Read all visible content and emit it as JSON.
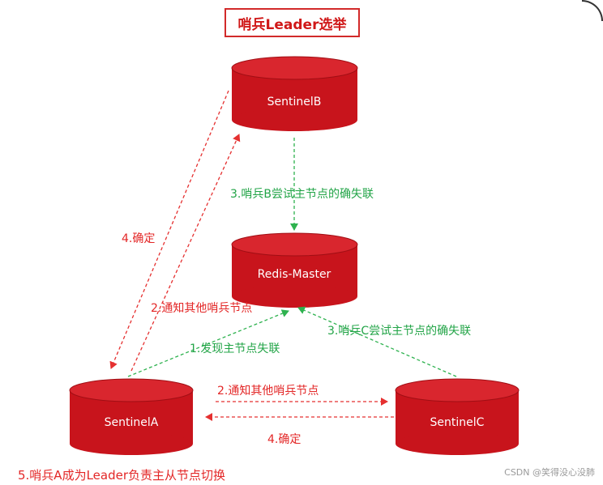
{
  "title": "哨兵Leader选举",
  "nodes": {
    "sentinel_b": "SentinelB",
    "redis_master": "Redis-Master",
    "sentinel_a": "SentinelA",
    "sentinel_c": "SentinelC"
  },
  "labels": {
    "b_fail": "3.哨兵B尝试主节点的确失联",
    "confirm_left": "4.确定",
    "notify_up": "2.通知其他哨兵节点",
    "c_fail": "3.哨兵C尝试主节点的确失联",
    "a_detect": "1.发现主节点失联",
    "notify_right": "2.通知其他哨兵节点",
    "confirm_bottom": "4.确定",
    "leader": "5.哨兵A成为Leader负责主从节点切换"
  },
  "colors": {
    "cylinder": "#c8141c",
    "cylinder_top": "#d9262e",
    "red_arrow": "#e53030",
    "green_arrow": "#2eb24f"
  },
  "watermark": "CSDN @笑得没心没肺"
}
